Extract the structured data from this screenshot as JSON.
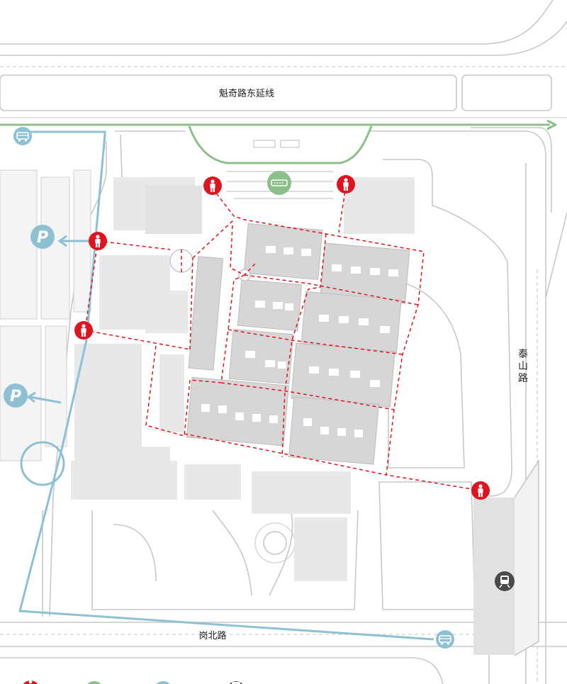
{
  "map": {
    "roads": {
      "north": "魁奇路东延线",
      "east": [
        "泰",
        "山",
        "路"
      ],
      "south": "岗北路"
    },
    "colors": {
      "background": "#ffffff",
      "road_edge": "#c8c8c8",
      "building": "#e6e6e6",
      "main_block": "#d6d6d6",
      "pedestrian": "#e0141e",
      "green_route": "#8dbf8b",
      "vehicle_route": "#8ec0d4",
      "metro_icon": "#4a4a4a"
    },
    "markers": {
      "pedestrian_entrances": [
        "person-icon",
        "person-icon",
        "person-icon",
        "person-icon",
        "person-icon"
      ],
      "parking": [
        "parking-icon",
        "parking-icon"
      ],
      "bus": [
        "bus-icon",
        "bus-icon"
      ],
      "tram": "tram-icon",
      "metro": "metro-icon",
      "parking_letter": "P"
    },
    "legend": [
      "person-icon",
      "tram-icon",
      "bus-icon",
      "metro-icon"
    ]
  }
}
